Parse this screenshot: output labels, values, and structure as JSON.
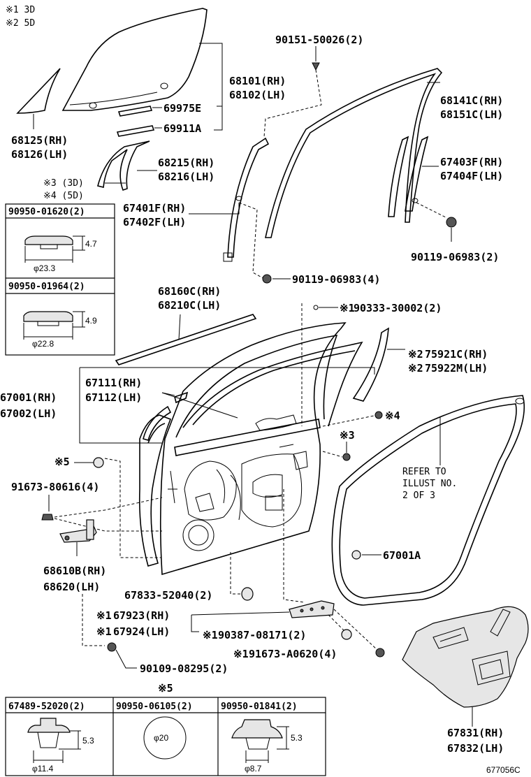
{
  "notes": {
    "n1": "※1 3D",
    "n2": "※2 5D",
    "n3": "※3 (3D)",
    "n4": "※4 (5D)",
    "n5": "※5"
  },
  "labels": {
    "p90151": "90151-50026(2)",
    "p68101": "68101(RH)",
    "p68102": "68102(LH)",
    "p69975": "69975E",
    "p69911": "69911A",
    "p68125": "68125(RH)",
    "p68126": "68126(LH)",
    "p68215": "68215(RH)",
    "p68216": "68216(LH)",
    "p68141": "68141C(RH)",
    "p68151": "68151C(LH)",
    "p67403": "67403F(RH)",
    "p67404": "67404F(LH)",
    "p67401": "67401F(RH)",
    "p67402": "67402F(LH)",
    "p90119b": "90119-06983(2)",
    "p90119a": "90119-06983(4)",
    "p68160": "68160C(RH)",
    "p68210": "68210C(LH)",
    "p90333": "90333-30002(2)",
    "p75921": "75921C(RH)",
    "p75922": "75922M(LH)",
    "p67111": "67111(RH)",
    "p67112": "67112(LH)",
    "p67001": "67001(RH)",
    "p67002": "67002(LH)",
    "p91673a": "91673-80616(4)",
    "p67001A": "67001A",
    "p68610": "68610B(RH)",
    "p68620": "68620(LH)",
    "p67833": "67833-52040(2)",
    "p67923": "67923(RH)",
    "p67924": "67924(LH)",
    "p90387": "90387-08171(2)",
    "p91673b": "91673-A0620(4)",
    "p90109": "90109-08295(2)",
    "p67831": "67831(RH)",
    "p67832": "67832(LH)",
    "refer1": "REFER TO",
    "refer2": "ILLUST NO.",
    "refer3": "2 OF 3",
    "mk1": "※1",
    "mk2": "※2",
    "mk3": "※3",
    "mk4": "※4",
    "mk5": "※5",
    "figure_id": "677056C"
  },
  "inset_top": [
    {
      "part": "90950-01620(2)",
      "height": "4.7",
      "diameter": "φ23.3"
    },
    {
      "part": "90950-01964(2)",
      "height": "4.9",
      "diameter": "φ22.8"
    }
  ],
  "inset_bottom": [
    {
      "part": "67489-52020(2)",
      "height": "5.3",
      "diameter": "φ11.4"
    },
    {
      "part": "90950-06105(2)",
      "diameter": "φ20"
    },
    {
      "part": "90950-01841(2)",
      "height": "5.3",
      "diameter": "φ8.7"
    }
  ]
}
